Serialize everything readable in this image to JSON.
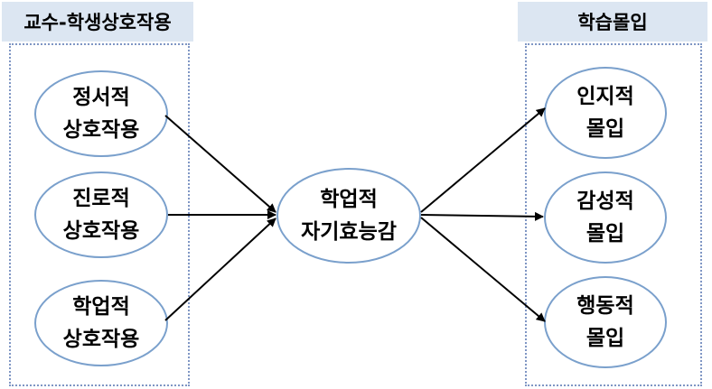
{
  "left_group": {
    "header": "교수-학생상호작용",
    "nodes": [
      {
        "line1": "정서적",
        "line2": "상호작용"
      },
      {
        "line1": "진로적",
        "line2": "상호작용"
      },
      {
        "line1": "학업적",
        "line2": "상호작용"
      }
    ]
  },
  "center_node": {
    "line1": "학업적",
    "line2": "자기효능감"
  },
  "right_group": {
    "header": "학습몰입",
    "nodes": [
      {
        "line1": "인지적",
        "line2": "몰입"
      },
      {
        "line1": "감성적",
        "line2": "몰입"
      },
      {
        "line1": "행동적",
        "line2": "몰입"
      }
    ]
  },
  "colors": {
    "header_bg": "#dce6f2",
    "node_border": "#7aa0cc",
    "group_border": "#7f96c4",
    "arrow": "#000000"
  }
}
